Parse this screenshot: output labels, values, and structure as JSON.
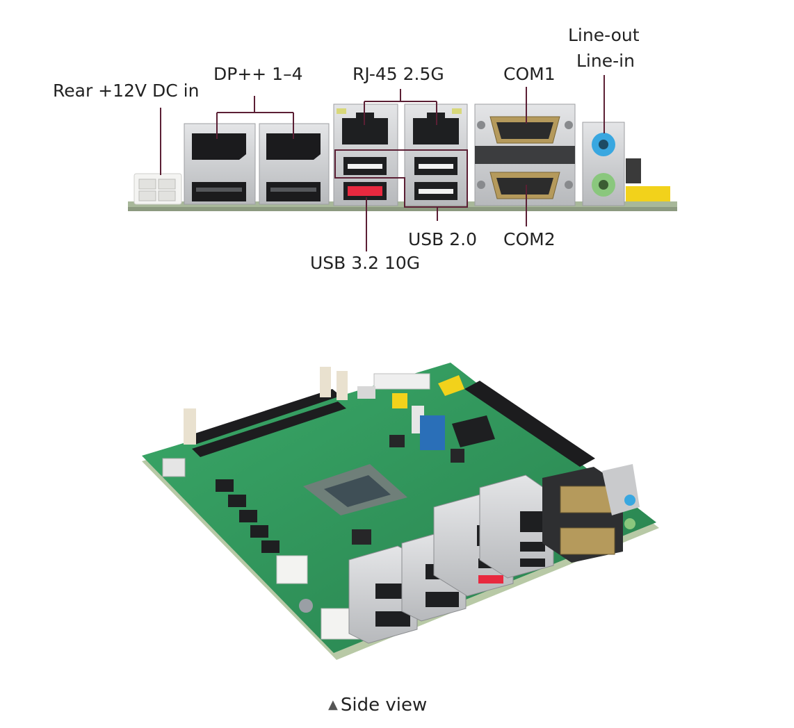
{
  "labels": {
    "rear_dc_in": "Rear +12V DC in",
    "dp": "DP++ 1–4",
    "rj45": "RJ-45 2.5G",
    "com1": "COM1",
    "line_out": "Line-out",
    "line_in": "Line-in",
    "usb2": "USB 2.0",
    "com2": "COM2",
    "usb32": "USB 3.2 10G"
  },
  "caption": {
    "marker_icon": "triangle-up-icon",
    "text": "Side view"
  },
  "colors": {
    "pcb": "#2f9a5e",
    "pcb_dark": "#237a49",
    "callout": "#5b1f34",
    "metal": "#c9cacc",
    "usb3_red": "#e8293f",
    "audio_blue": "#39a7e0",
    "audio_green": "#8ac77d",
    "yellow": "#f2d21b"
  }
}
